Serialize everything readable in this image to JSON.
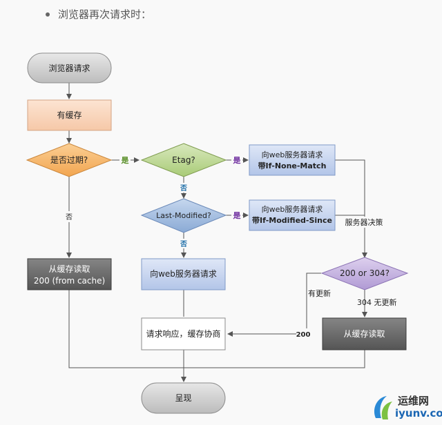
{
  "heading": "浏览器再次请求时：",
  "nodes": {
    "start": "浏览器请求",
    "has_cache": "有缓存",
    "expired": "是否过期?",
    "etag": "Etag?",
    "etag_req_1": "向web服务器请求",
    "etag_req_2": "带If-None-Match",
    "last_modified": "Last-Modified?",
    "lm_req_1": "向web服务器请求",
    "lm_req_2": "带If-Modified-Since",
    "read_cache_1": "从缓存读取",
    "read_cache_2": "200 (from cache)",
    "web_req": "向web服务器请求",
    "status_decision": "200 or 304?",
    "read_cache_304": "从缓存读取",
    "respond": "请求响应，缓存协商",
    "end": "呈现"
  },
  "edges": {
    "yes_expired": "是",
    "no_expired": "否",
    "yes_etag": "是",
    "no_etag": "否",
    "yes_lm": "是",
    "no_lm": "否",
    "server_decision": "服务器决策",
    "has_update": "有更新",
    "label_200": "200",
    "label_304": "304 无更新"
  },
  "colors": {
    "gray_start": "#d2d2d2",
    "cache_fill": "#f8d6bf",
    "orange_diamond": "#f6b26b",
    "green_diamond": "#c0d99a",
    "blue_diamond": "#a4bedf",
    "blue_box": "#c5d3ee",
    "dark_box": "#6b6b6b",
    "purple_diamond": "#c6b3df",
    "white_box": "#ffffff",
    "yes_color": "#5a8f29",
    "yes_purple": "#7030a0",
    "no_blue": "#1f6fa8"
  },
  "watermark": {
    "line1": "运维网",
    "line2": "iyunv.com"
  }
}
